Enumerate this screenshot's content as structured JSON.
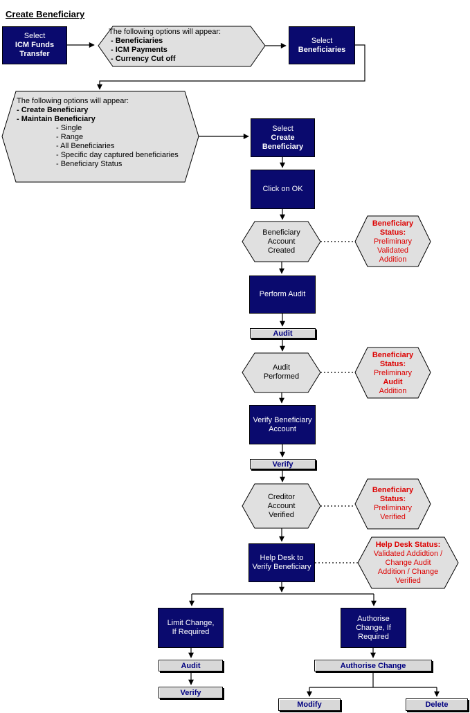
{
  "title": "Create Beneficiary",
  "colors": {
    "box_fill": "#0a0a6e",
    "hex_fill": "#e0e0e0",
    "button_fill": "#d8d8d8",
    "button_text": "#000080",
    "red_text": "#dd0000",
    "box_text": "#ffffff"
  },
  "boxes": {
    "select_icm": [
      "Select",
      "ICM Funds",
      "Transfer"
    ],
    "select_beneficiaries": [
      "Select",
      "Beneficiaries"
    ],
    "select_create": [
      "Select",
      "Create",
      "Beneficiary"
    ],
    "click_ok": [
      "Click on OK"
    ],
    "perform_audit": [
      "Perform Audit"
    ],
    "verify_beneficiary_account": [
      "Verify Beneficiary",
      "Account"
    ],
    "help_desk": [
      "Help Desk to",
      "Verify Beneficiary"
    ],
    "limit_change": [
      "Limit Change,",
      "If Required"
    ],
    "authorise_change": [
      "Authorise",
      "Change, If",
      "Required"
    ]
  },
  "hexagons": {
    "options_top": {
      "intro": "The following options will appear:",
      "items": [
        "- Beneficiaries",
        "- ICM Payments",
        "- Currency Cut off"
      ]
    },
    "options_main": {
      "intro": "The following options will appear:",
      "items": [
        "- Create Beneficiary",
        "- Maintain Beneficiary"
      ],
      "sub_items": [
        "- Single",
        "- Range",
        "- All Beneficiaries",
        "- Specific day captured beneficiaries",
        "- Beneficiary Status"
      ]
    },
    "account_created": [
      "Beneficiary",
      "Account",
      "Created"
    ],
    "audit_performed": [
      "Audit",
      "Performed"
    ],
    "creditor_verified": [
      "Creditor",
      "Account",
      "Verified"
    ]
  },
  "status": {
    "validated": {
      "header": [
        "Beneficiary",
        "Status:"
      ],
      "lines": [
        "Preliminary",
        "Validated",
        "Addition"
      ]
    },
    "audit": {
      "header": [
        "Beneficiary",
        "Status:"
      ],
      "lines": [
        "Preliminary",
        "Audit",
        "Addition"
      ]
    },
    "verified": {
      "header": [
        "Beneficiary",
        "Status:"
      ],
      "lines": [
        "Preliminary",
        "Verified"
      ]
    },
    "help_desk": {
      "header": [
        "Help Desk Status:"
      ],
      "lines": [
        "Validated Addidtion /",
        "Change Audit",
        "Addition / Change",
        "Verified"
      ]
    }
  },
  "buttons": {
    "audit_top": "Audit",
    "verify_top": "Verify",
    "audit_bottom": "Audit",
    "verify_bottom": "Verify",
    "authorise_change": "Authorise Change",
    "modify": "Modify",
    "delete": "Delete"
  }
}
